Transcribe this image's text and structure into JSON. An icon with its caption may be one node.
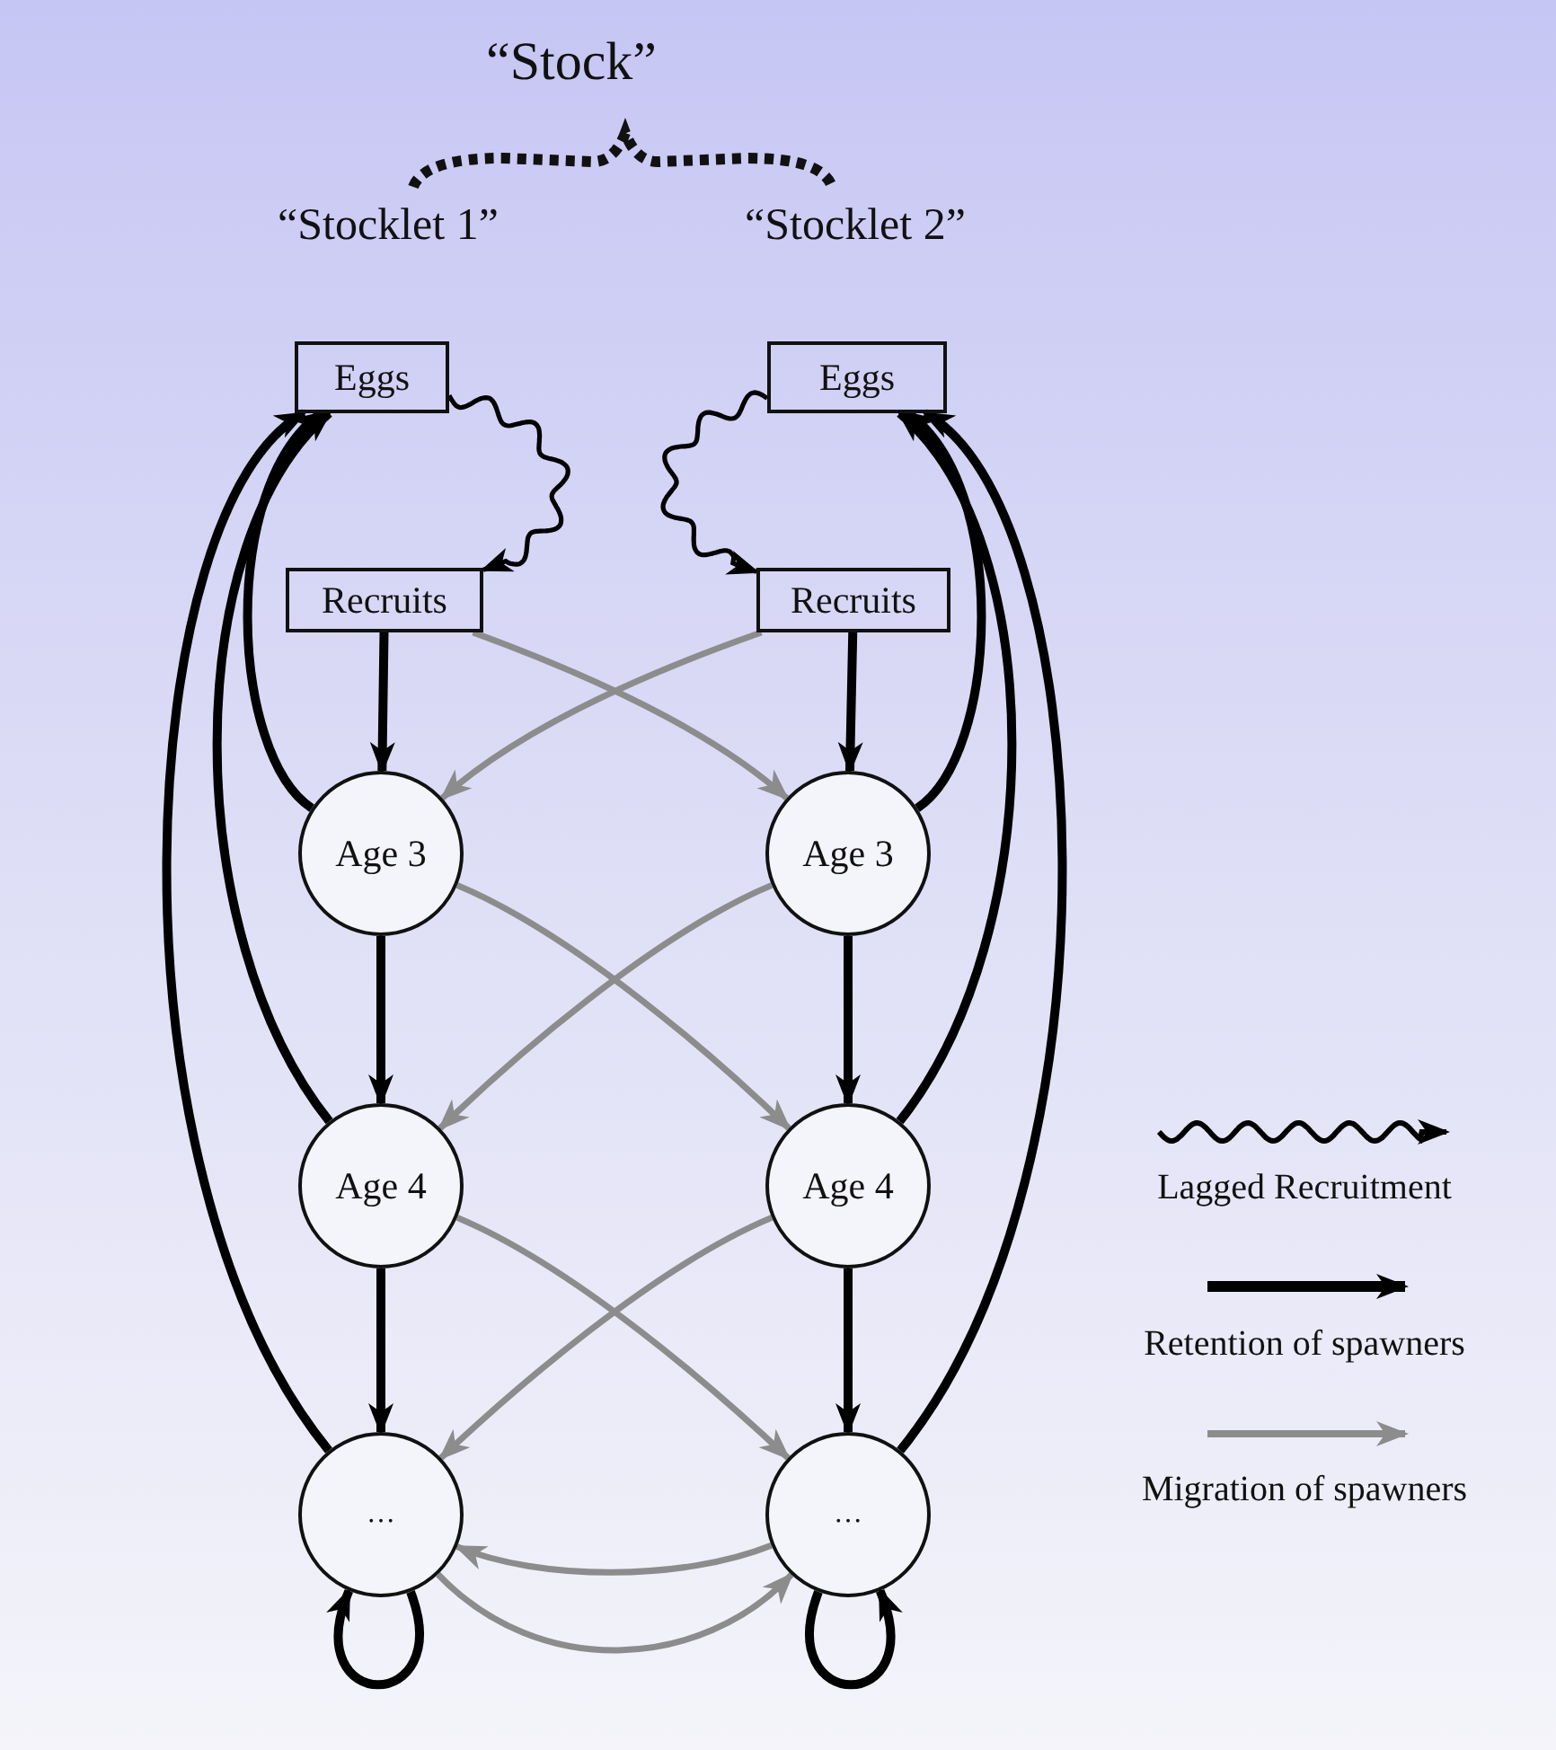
{
  "diagram": {
    "nodes": [
      {
        "text": [
          "Eggs"
        ]
      },
      {
        "text": [
          "Eggs"
        ]
      },
      {
        "text": [
          "Recruits"
        ]
      },
      {
        "text": [
          "Recruits"
        ]
      },
      {
        "text": [
          "Age 3"
        ]
      },
      {
        "text": [
          "Age 3"
        ]
      },
      {
        "text": [
          "Age 4"
        ]
      },
      {
        "text": [
          "Age 4"
        ]
      },
      {
        "text": [
          "…"
        ]
      },
      {
        "text": [
          "…"
        ]
      }
    ],
    "edges": [
      {
        "from": 0,
        "to": 2,
        "arrow": "to"
      },
      {
        "from": 1,
        "to": 3,
        "arrow": "to"
      },
      {
        "from": 2,
        "to": 4,
        "arrow": "to"
      },
      {
        "from": 4,
        "to": 6,
        "arrow": "to"
      },
      {
        "from": 6,
        "to": 8,
        "arrow": "to"
      },
      {
        "from": 3,
        "to": 5,
        "arrow": "to"
      },
      {
        "from": 5,
        "to": 7,
        "arrow": "to"
      },
      {
        "from": 7,
        "to": 9,
        "arrow": "to"
      },
      {
        "from": 4,
        "to": 0,
        "arrow": "to"
      },
      {
        "from": 6,
        "to": 0,
        "arrow": "to"
      },
      {
        "from": 8,
        "to": 0,
        "arrow": "to"
      },
      {
        "from": 5,
        "to": 1,
        "arrow": "to"
      },
      {
        "from": 7,
        "to": 1,
        "arrow": "to"
      },
      {
        "from": 9,
        "to": 1,
        "arrow": "to"
      },
      {
        "from": 2,
        "to": 5,
        "arrow": "to",
        "color": "#8c8c8c"
      },
      {
        "from": 3,
        "to": 4,
        "arrow": "to",
        "color": "#8c8c8c"
      },
      {
        "from": 4,
        "to": 7,
        "arrow": "to",
        "color": "#8c8c8c"
      },
      {
        "from": 5,
        "to": 6,
        "arrow": "to",
        "color": "#8c8c8c"
      },
      {
        "from": 6,
        "to": 9,
        "arrow": "to",
        "color": "#8c8c8c"
      },
      {
        "from": 7,
        "to": 8,
        "arrow": "to",
        "color": "#8c8c8c"
      },
      {
        "from": 9,
        "to": 8,
        "arrow": "to",
        "color": "#8c8c8c"
      },
      {
        "from": 8,
        "to": 9,
        "arrow": "to",
        "color": "#8c8c8c"
      },
      {
        "from": 8,
        "to": 8,
        "arrow": "to"
      },
      {
        "from": 9,
        "to": 9,
        "arrow": "to"
      }
    ],
    "labels": [
      "“Stock”",
      "“Stocklet 1”",
      "“Stocklet 2”"
    ],
    "legend": [
      {
        "text": "Lagged Recruitment"
      },
      {
        "text": "Retention of spawners"
      },
      {
        "text": "Migration of spawners"
      }
    ]
  }
}
